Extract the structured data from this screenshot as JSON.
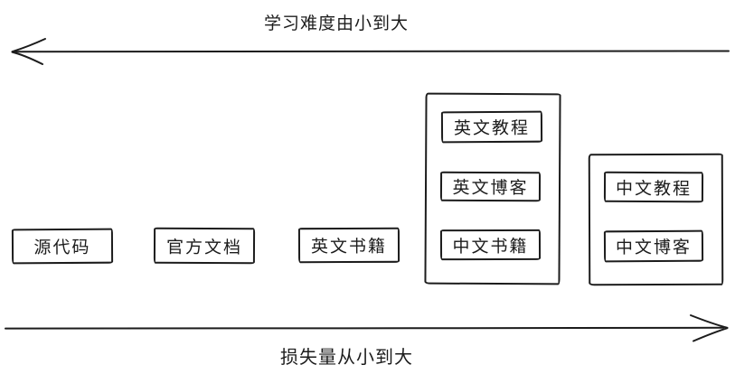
{
  "diagram": {
    "top_axis": {
      "label": "学习难度由小到大",
      "direction": "left"
    },
    "bottom_axis": {
      "label": "损失量从小到大",
      "direction": "right"
    },
    "items": [
      {
        "type": "box",
        "label": "源代码"
      },
      {
        "type": "box",
        "label": "官方文档"
      },
      {
        "type": "box",
        "label": "英文书籍"
      },
      {
        "type": "group",
        "items": [
          "英文教程",
          "英文博客",
          "中文书籍"
        ]
      },
      {
        "type": "group",
        "items": [
          "中文教程",
          "中文博客"
        ]
      }
    ],
    "colors": {
      "stroke": "#1c1c1c",
      "background": "#ffffff"
    }
  }
}
